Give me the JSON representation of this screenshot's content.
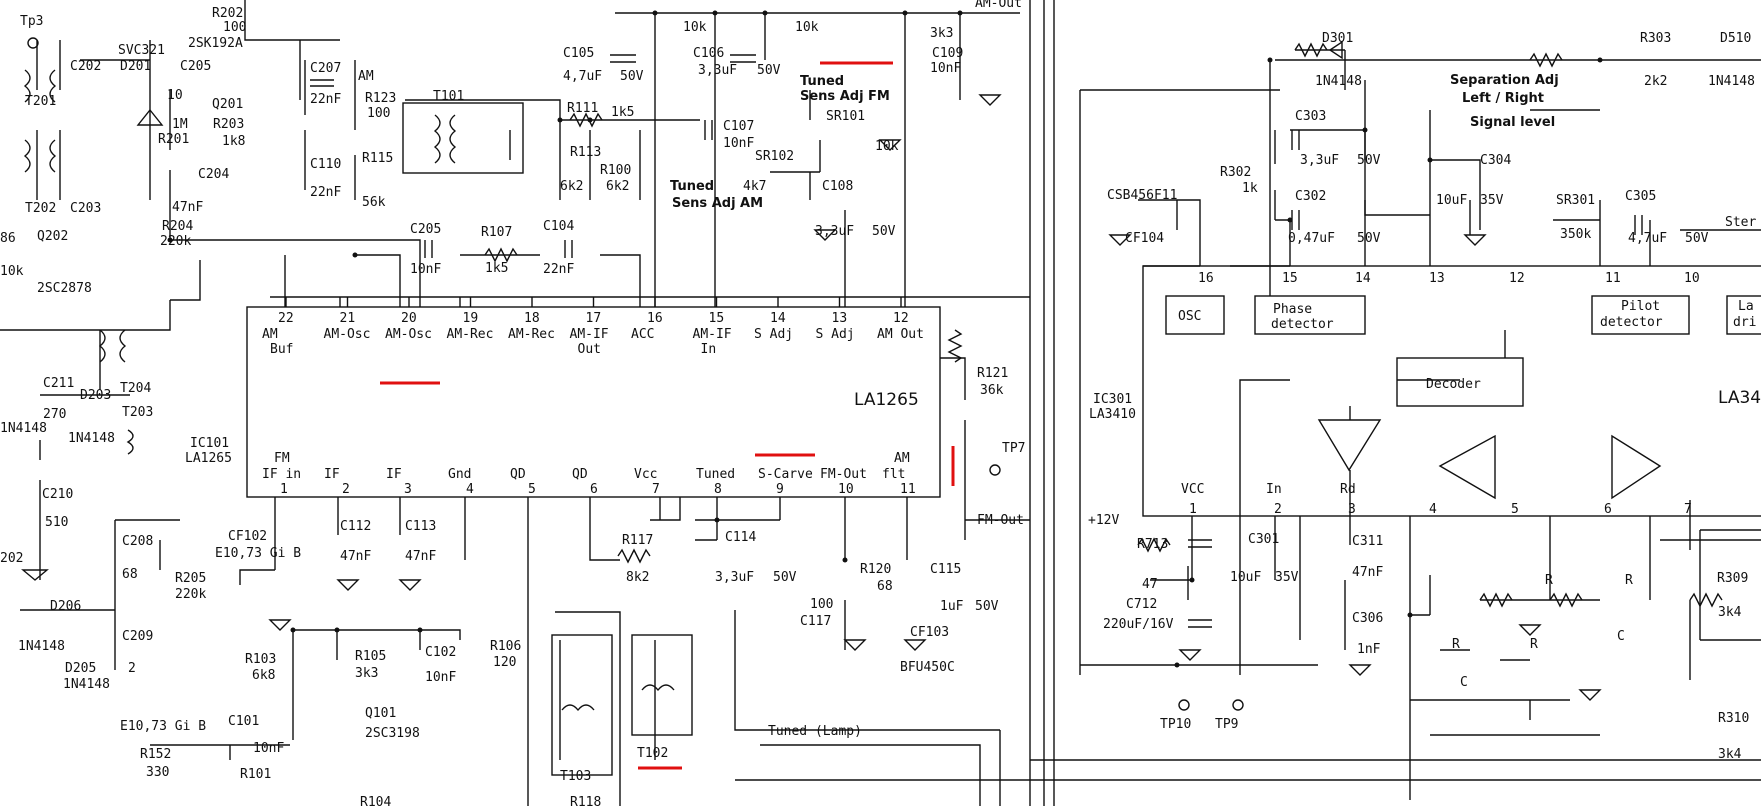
{
  "ic101": {
    "part": "LA1265",
    "ref": [
      "IC101",
      "LA1265"
    ],
    "pins_top": [
      {
        "num": "22",
        "l1": "AM",
        "l2": "Buf"
      },
      {
        "num": "21",
        "l1": "AM-Osc",
        "l2": ""
      },
      {
        "num": "20",
        "l1": "AM-Osc",
        "l2": ""
      },
      {
        "num": "19",
        "l1": "AM-Rec",
        "l2": ""
      },
      {
        "num": "18",
        "l1": "AM-Rec",
        "l2": ""
      },
      {
        "num": "17",
        "l1": "AM-IF",
        "l2": "Out"
      },
      {
        "num": "16",
        "l1": "ACC",
        "l2": ""
      },
      {
        "num": "15",
        "l1": "AM-IF",
        "l2": "In"
      },
      {
        "num": "14",
        "l1": "S Adj",
        "l2": ""
      },
      {
        "num": "13",
        "l1": "S Adj",
        "l2": ""
      },
      {
        "num": "12",
        "l1": "AM Out",
        "l2": ""
      }
    ],
    "pins_bottom": [
      {
        "num": "1",
        "l1": "FM",
        "l2": "IF in"
      },
      {
        "num": "2",
        "l1": "",
        "l2": "IF"
      },
      {
        "num": "3",
        "l1": "",
        "l2": "IF"
      },
      {
        "num": "4",
        "l1": "",
        "l2": "Gnd"
      },
      {
        "num": "5",
        "l1": "",
        "l2": "QD"
      },
      {
        "num": "6",
        "l1": "",
        "l2": "QD"
      },
      {
        "num": "7",
        "l1": "",
        "l2": "Vcc"
      },
      {
        "num": "8",
        "l1": "",
        "l2": "Tuned"
      },
      {
        "num": "9",
        "l1": "",
        "l2": "S-Carve"
      },
      {
        "num": "10",
        "l1": "",
        "l2": "FM-Out"
      },
      {
        "num": "11",
        "l1": "AM",
        "l2": "flt"
      }
    ]
  },
  "ic301": {
    "part": "LA34",
    "ref": [
      "IC301",
      "LA3410"
    ],
    "blocks": {
      "osc": "OSC",
      "phase": [
        "Phase",
        "detector"
      ],
      "pilot": [
        "Pilot",
        "detector"
      ],
      "decoder": "Decoder",
      "lamp": [
        "La",
        "dri"
      ]
    },
    "pins_top": [
      "16",
      "15",
      "14",
      "13",
      "12",
      "11",
      "10"
    ],
    "pins_bottom": [
      {
        "num": "1",
        "label": "VCC"
      },
      {
        "num": "2",
        "label": "In"
      },
      {
        "num": "3",
        "label": "Rd"
      },
      {
        "num": "4",
        "label": ""
      },
      {
        "num": "5",
        "label": ""
      },
      {
        "num": "6",
        "label": ""
      },
      {
        "num": "7",
        "label": ""
      }
    ]
  },
  "labels": {
    "tp3": "Tp3",
    "r202": "R202",
    "v100": "100",
    "q2sk": "2SK192A",
    "svc": "SVC321",
    "d201": "D201",
    "c202": "C202",
    "c205a": "C205",
    "v10": "10",
    "q201": "Q201",
    "r203": "R203",
    "v1k8": "1k8",
    "m1": "1M",
    "r201": "R201",
    "c207": "C207",
    "v22n_a": "22nF",
    "am": "AM",
    "r123": "R123",
    "v100b": "100",
    "t101": "T101",
    "t201": "T201",
    "t202": "T202",
    "c203": "C203",
    "c204": "C204",
    "v47n_a": "47nF",
    "r204": "R204",
    "v220k": "220k",
    "v86": "86",
    "q202": "Q202",
    "v10k_a": "10k",
    "q2sc2878": "2SC2878",
    "c110": "C110",
    "v22n_b": "22nF",
    "r115": "R115",
    "v56k": "56k",
    "c205b": "C205",
    "v10n_a": "10nF",
    "r107": "R107",
    "v1k5_a": "1k5",
    "c104": "C104",
    "v22n_c": "22nF",
    "r111": "R111",
    "v1k5_b": "1k5",
    "r113": "R113",
    "v6k2_a": "6k2",
    "r100": "R100",
    "v6k2_b": "6k2",
    "c107": "C107",
    "v10n_b": "10nF",
    "c105": "C105",
    "v4u7_a": "4,7uF",
    "v50_a": "50V",
    "v10k_b": "10k",
    "v10k_c": "10k",
    "c106": "C106",
    "v3u3_a": "3,3uF",
    "v50_b": "50V",
    "tuned_fm": [
      "Tuned",
      "Sens Adj FM"
    ],
    "sr101": "SR101",
    "v10k_d": "10k",
    "v3k3_a": "3k3",
    "amout": "AM-Out",
    "c109": "C109",
    "v10n_c": "10nF",
    "sr102": "SR102",
    "v4k7": "4k7",
    "c108": "C108",
    "v3u3_b": "3,3uF",
    "v50_c": "50V",
    "tuned_am": [
      "Tuned",
      "Sens Adj AM"
    ],
    "r121": "R121",
    "v36k": "36k",
    "tp7": "TP7",
    "fmout": "FM-Out",
    "c211": "C211",
    "v270": "270",
    "d203": "D203",
    "n4148_a": "1N4148",
    "t204": "T204",
    "t203": "T203",
    "n4148_b": "1N4148",
    "c210": "C210",
    "v510": "510",
    "c208": "C208",
    "v68_a": "68",
    "r205": "R205",
    "v220k_b": "220k",
    "d206": "D206",
    "n4148_c": "1N4148",
    "d205": "D205",
    "n4148_d": "1N4148",
    "c209": "C209",
    "v2": "2",
    "v202": "202",
    "cf102": [
      "CF102",
      "E10,73 Gi B"
    ],
    "c112": "C112",
    "v47n_b": "47nF",
    "c113": "C113",
    "v47n_c": "47nF",
    "r103": "R103",
    "v6k8": "6k8",
    "r105": "R105",
    "v3k3_b": "3k3",
    "c102": "C102",
    "v10n_d": "10nF",
    "r106": "R106",
    "v120": "120",
    "q101": "Q101",
    "q2sc3198": "2SC3198",
    "e1073b": "E10,73 Gi B",
    "c101": "C101",
    "v10n_e": "10nF",
    "r152": "R152",
    "v330": "330",
    "r101": "R101",
    "r104": "R104",
    "r117": "R117",
    "v8k2": "8k2",
    "c114": "C114",
    "v3u3_c": "3,3uF",
    "v50_d": "50V",
    "v100c": "100",
    "c117": "C117",
    "r120": "R120",
    "v68_b": "68",
    "c115": "C115",
    "v1u": "1uF",
    "v50_e": "50V",
    "cf103": "CF103",
    "bfu450c": "BFU450C",
    "t103": "T103",
    "t102": "T102",
    "r118": "R118",
    "tuned_lamp": "Tuned (Lamp)",
    "d301": "D301",
    "n4148_e": "1N4148",
    "r303": "R303",
    "v2k2": "2k2",
    "d510": "D510",
    "n4148_f": "1N4148",
    "sep": [
      "Separation Adj",
      "Left / Right",
      "Signal level"
    ],
    "c303": "C303",
    "v3u3_d": "3,3uF",
    "v50_f": "50V",
    "r302": "R302",
    "v1k": "1k",
    "c302": "C302",
    "v047": "0,47uF",
    "v50_g": "50V",
    "c304": "C304",
    "v10u35": "10uF",
    "v35_a": "35V",
    "sr301": "SR301",
    "v350k": "350k",
    "c305": "C305",
    "v4u7_b": "4,7uF",
    "v50_h": "50V",
    "stereo": "Ster",
    "csb": "CSB456F11",
    "cf104": "CF104",
    "vcc12": "+12V",
    "r713": "R713",
    "v47": "47",
    "c712": "C712",
    "v220u": "220uF/16V",
    "c301": "C301",
    "v10u_b": "10uF",
    "v35_b": "35V",
    "c311": "C311",
    "v47n_d": "47nF",
    "c306": "C306",
    "v1n": "1nF",
    "tp10": "TP10",
    "tp9": "TP9",
    "r309": "R309",
    "v3k4_a": "3k4",
    "r310": "R310",
    "v3k4_b": "3k4",
    "r": "R",
    "c": "C"
  }
}
